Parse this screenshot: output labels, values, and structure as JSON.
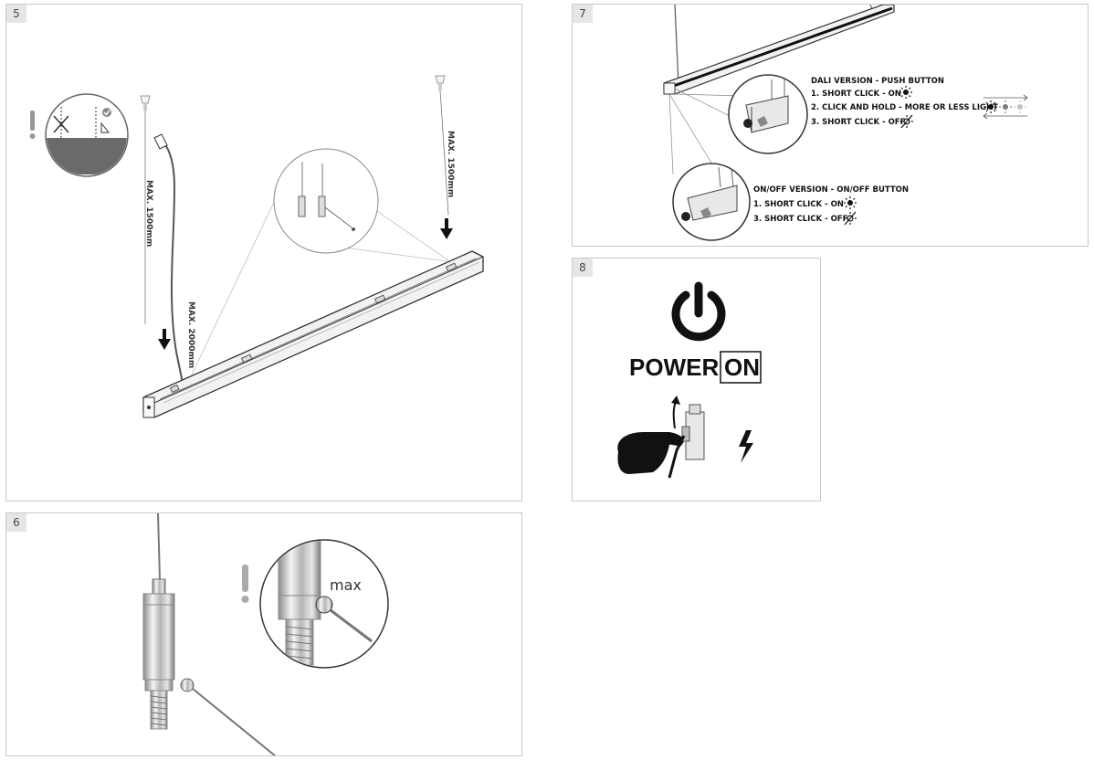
{
  "steps": {
    "s5": {
      "number": "5",
      "label_max_left": "MAX. 1500mm",
      "label_max_right": "MAX. 1500mm",
      "label_max_cable": "MAX. 2000mm"
    },
    "s6": {
      "number": "6",
      "label_max": "max"
    },
    "s7": {
      "number": "7",
      "dali_title": "DALI VERSION - PUSH BUTTON",
      "dali_items": [
        "1. SHORT CLICK - ON",
        "2. CLICK AND HOLD - MORE OR LESS LIGHT",
        "3. SHORT CLICK - OFF"
      ],
      "onoff_title": "ON/OFF VERSION - ON/OFF BUTTON",
      "onoff_items": [
        "1. SHORT CLICK - ON",
        "3. SHORT CLICK - OFF"
      ]
    },
    "s8": {
      "number": "8",
      "power_word": "POWER",
      "on_word": "ON"
    }
  },
  "icons": [
    "warning-icon",
    "checkmark-icon",
    "power-icon",
    "lightning-icon",
    "sun-icon",
    "sun-off-icon",
    "hand-icon",
    "circuit-breaker-icon",
    "down-arrow-icon"
  ],
  "colors": {
    "border": "#c8c8c8",
    "step_bg": "#e6e6e6",
    "ink": "#1a1a1a"
  }
}
